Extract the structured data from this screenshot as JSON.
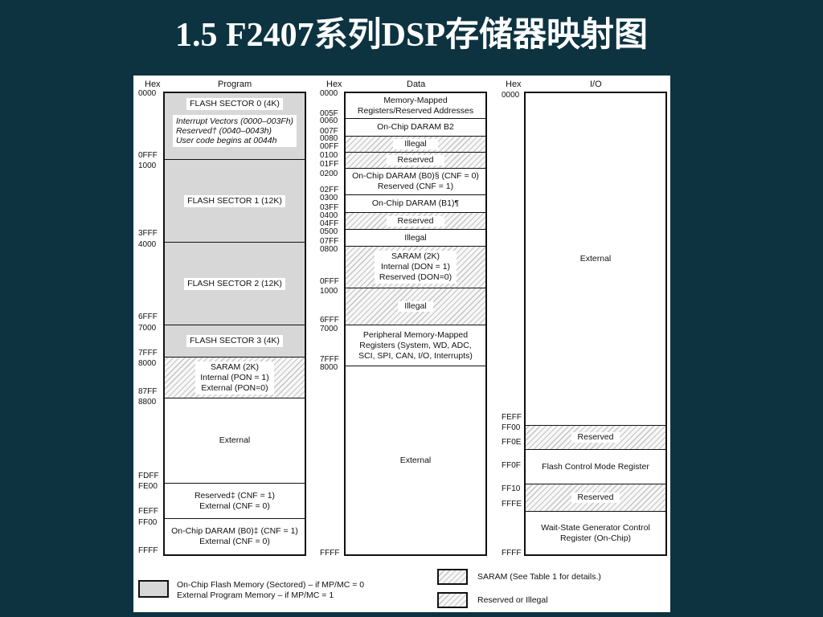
{
  "title": "1.5  F2407系列DSP存储器映射图",
  "headers": {
    "hex": "Hex",
    "program": "Program",
    "data": "Data",
    "io": "I/O"
  },
  "program": {
    "addresses": [
      "0000",
      "0FFF",
      "1000",
      "3FFF",
      "4000",
      "6FFF",
      "7000",
      "7FFF",
      "8000",
      "87FF",
      "8800",
      "FDFF",
      "FE00",
      "FEFF",
      "FF00",
      "FFFF"
    ],
    "sector0": {
      "label": "FLASH SECTOR 0 (4K)",
      "note1": "Interrupt Vectors (0000–003Fh)",
      "note2": "Reserved† (0040–0043h)",
      "note3": "User code begins at 0044h"
    },
    "sector1": "FLASH SECTOR 1 (12K)",
    "sector2": "FLASH SECTOR 2 (12K)",
    "sector3": "FLASH SECTOR 3 (4K)",
    "saram": {
      "l1": "SARAM (2K)",
      "l2": "Internal (PON = 1)",
      "l3": "External  (PON=0)"
    },
    "external": "External",
    "reserved": {
      "l1": "Reserved‡ (CNF = 1)",
      "l2": "External (CNF = 0)"
    },
    "daram": {
      "l1": "On-Chip DARAM (B0)‡ (CNF = 1)",
      "l2": "External (CNF = 0)"
    }
  },
  "data": {
    "addresses": [
      "0000",
      "005F",
      "0060",
      "007F",
      "0080",
      "00FF",
      "0100",
      "01FF",
      "0200",
      "02FF",
      "0300",
      "03FF",
      "0400",
      "04FF",
      "0500",
      "07FF",
      "0800",
      "0FFF",
      "1000",
      "6FFF",
      "7000",
      "7FFF",
      "8000",
      "FFFF"
    ],
    "mmr": {
      "l1": "Memory-Mapped",
      "l2": "Registers/Reserved Addresses"
    },
    "b2": "On-Chip DARAM B2",
    "illegal1": "Illegal",
    "reserved1": "Reserved",
    "b0": {
      "l1": "On-Chip DARAM (B0)§ (CNF = 0)",
      "l2": "Reserved (CNF = 1)"
    },
    "b1": "On-Chip DARAM (B1)¶",
    "reserved2": "Reserved",
    "illegal2": "Illegal",
    "saram": {
      "l1": "SARAM (2K)",
      "l2": "Internal (DON = 1)",
      "l3": "Reserved (DON=0)"
    },
    "illegal3": "Illegal",
    "periph": {
      "l1": "Peripheral Memory-Mapped",
      "l2": "Registers (System, WD, ADC,",
      "l3": "SCI, SPI, CAN, I/O, Interrupts)"
    },
    "external": "External"
  },
  "io": {
    "addresses": [
      "0000",
      "FEFF",
      "FF00",
      "FF0E",
      "FF0F",
      "FF10",
      "FFFE",
      "FFFF"
    ],
    "external": "External",
    "reserved1": "Reserved",
    "flash": "Flash Control Mode Register",
    "reserved2": "Reserved",
    "wait": {
      "l1": "Wait-State Generator Control",
      "l2": "Register (On-Chip)"
    }
  },
  "legend": {
    "flash_l1": "On-Chip Flash Memory (Sectored)  – if MP/MC = 0",
    "flash_l2": "External Program Memory – if MP/MC = 1",
    "saram": "SARAM (See Table 1 for details.)",
    "reserved": "Reserved or Illegal"
  }
}
